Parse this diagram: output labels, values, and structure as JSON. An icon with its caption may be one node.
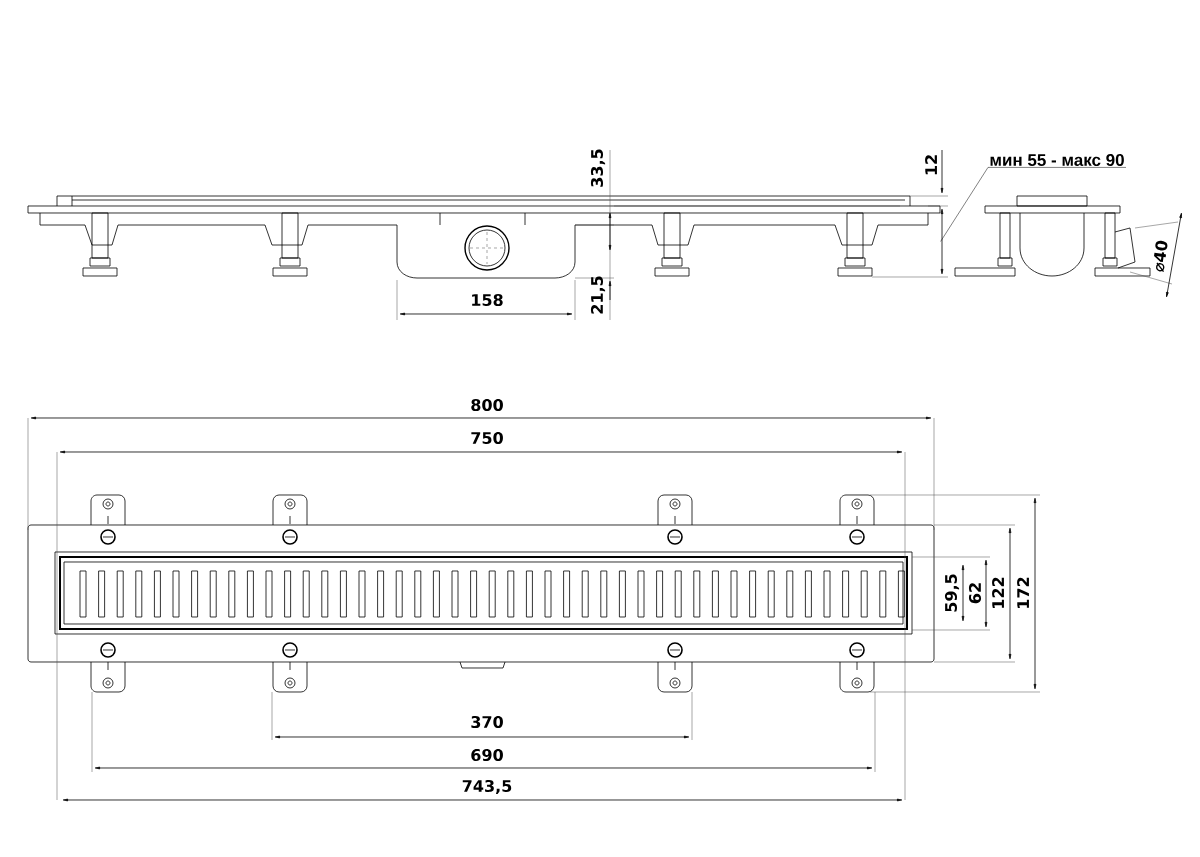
{
  "diagram": {
    "nodes": [
      {
        "text": [
          "мин 55 - макс 90"
        ]
      },
      {
        "text": [],
        "shape": "line"
      }
    ],
    "edges": [
      {
        "from": 0,
        "to": 1,
        "arrow": "none"
      }
    ],
    "labels": [
      "33,5",
      "12",
      "⌀40",
      "21,5",
      "158",
      "800",
      "750",
      "59,5",
      "62",
      "122",
      "172",
      "370",
      "690",
      "743,5"
    ]
  }
}
